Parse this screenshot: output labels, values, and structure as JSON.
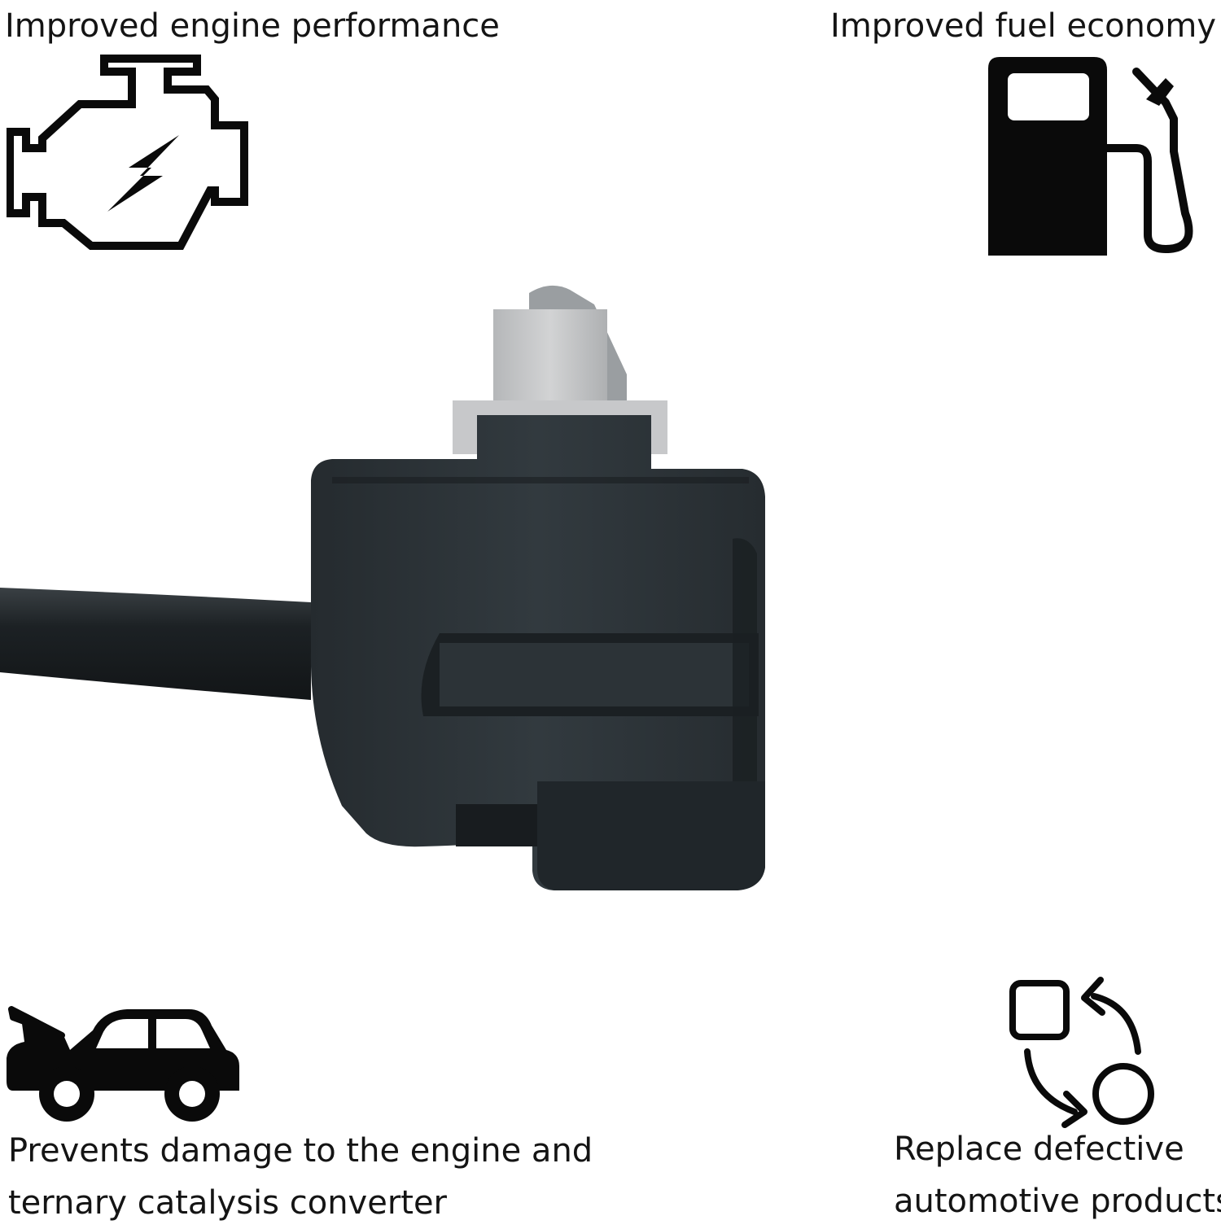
{
  "features": {
    "engine_performance": "Improved engine performance",
    "fuel_economy": "Improved fuel economy",
    "prevents_damage": {
      "line1": "Prevents damage to the engine and",
      "line2": "ternary catalysis converter"
    },
    "replace_defective": {
      "line1": "Replace defective",
      "line2": "automotive products"
    }
  },
  "icons": {
    "top_left": "engine-icon",
    "top_right": "fuel-pump-icon",
    "bottom_left": "car-open-hood-icon",
    "bottom_right": "replace-cycle-icon"
  },
  "product": {
    "subject": "black electrical connector with grey locking tab and cable",
    "colors": {
      "connector_body": "#2b3236",
      "tab": "#c9c9c9",
      "cable": "#1f2427",
      "background": "#ffffff"
    }
  }
}
